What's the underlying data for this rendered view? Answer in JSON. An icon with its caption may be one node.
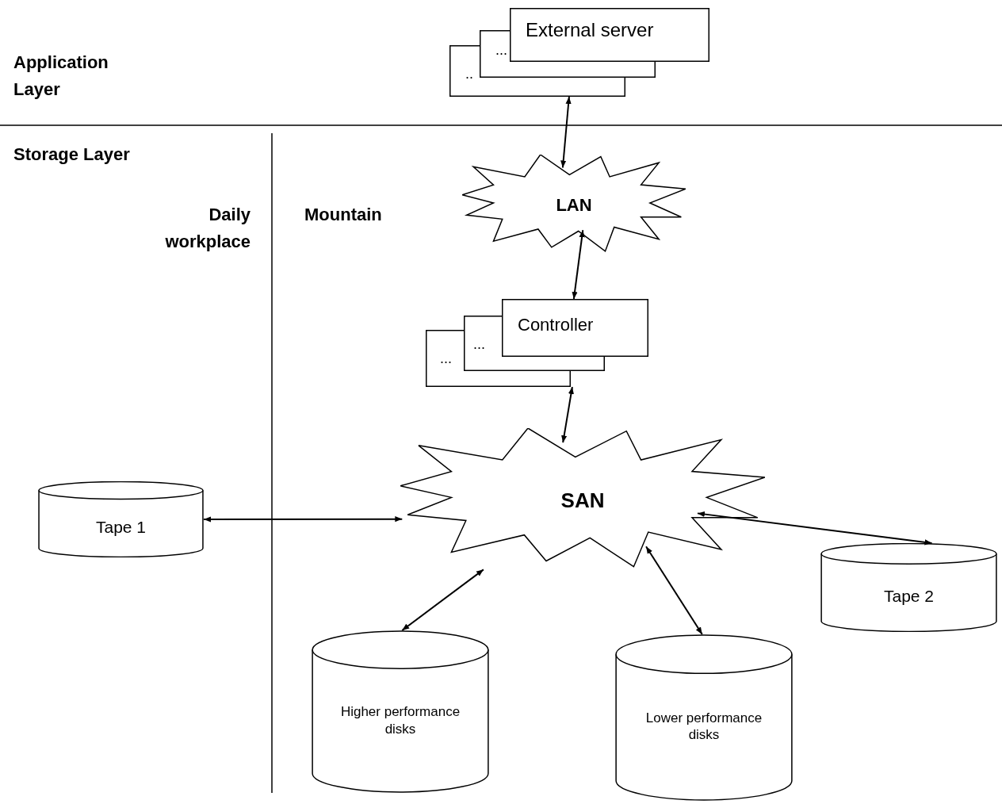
{
  "diagram": {
    "nodes": [
      {
        "text": [
          "External server"
        ]
      },
      {
        "text": [
          "LAN"
        ]
      },
      {
        "text": [
          "Controller"
        ]
      },
      {
        "text": [
          "SAN"
        ]
      },
      {
        "text": [
          "Tape 1"
        ]
      },
      {
        "text": [
          "Tape 2"
        ]
      },
      {
        "text": [
          "Higher performance disks"
        ]
      },
      {
        "text": [
          "Lower performance disks"
        ]
      }
    ],
    "edges": [
      {
        "from": 0,
        "to": 1,
        "arrow": "both"
      },
      {
        "from": 1,
        "to": 2,
        "arrow": "both"
      },
      {
        "from": 2,
        "to": 3,
        "arrow": "both"
      },
      {
        "from": 4,
        "to": 3,
        "arrow": "both"
      },
      {
        "from": 3,
        "to": 5,
        "arrow": "both"
      },
      {
        "from": 3,
        "to": 6,
        "arrow": "both"
      },
      {
        "from": 3,
        "to": 7,
        "arrow": "both"
      }
    ],
    "labels": [
      "Application Layer",
      "...",
      "..",
      "Storage Layer",
      "Daily workplace",
      "Mountain",
      "...",
      "..."
    ]
  }
}
